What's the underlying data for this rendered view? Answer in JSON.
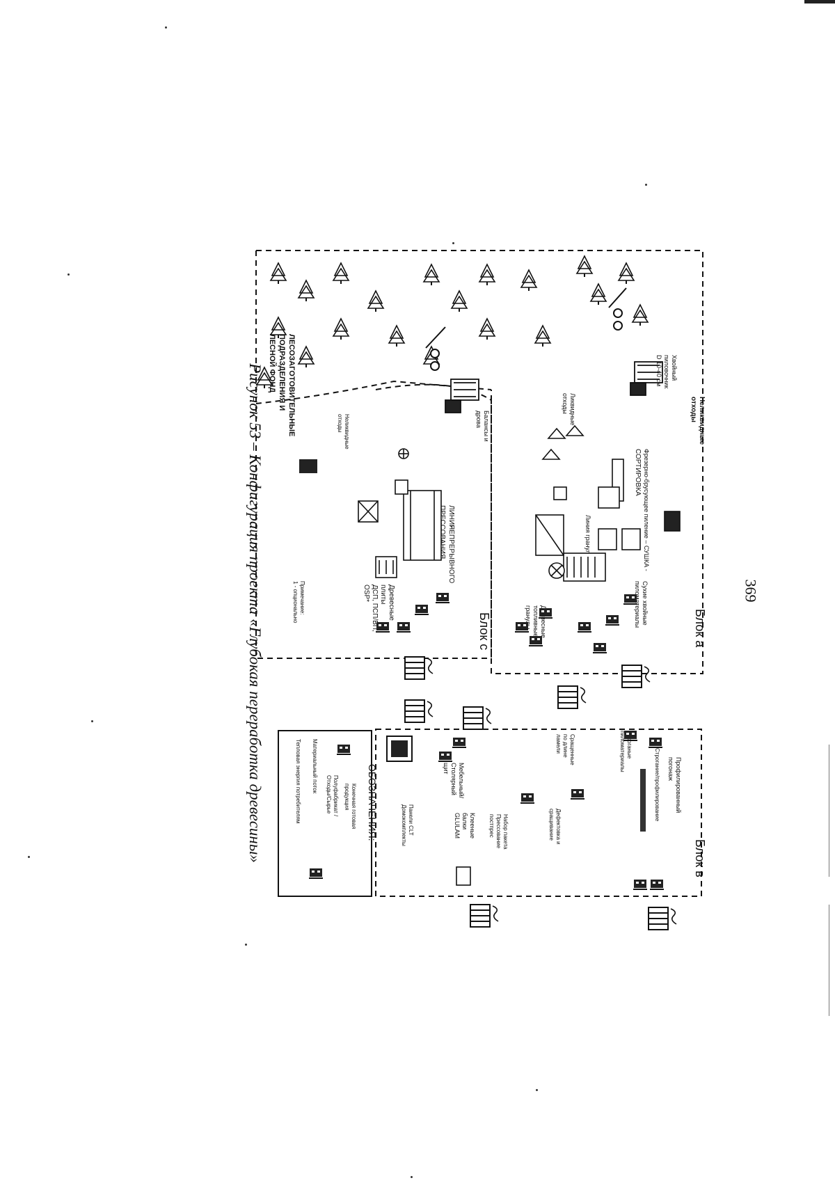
{
  "page_number": "369",
  "caption": "Рисунок 53 – Конфигурация проекта «Глубокая переработка древесины»",
  "blocks": {
    "a": "Блок а",
    "b": "Блок в",
    "c": "Блок с"
  },
  "forest": {
    "title_lines": [
      "ЛЕСОЗАГОТОВИТЕЛЬНЫЕ",
      "ПОДРАЗДЕЛЕНИЯ И",
      "ЛЕСНОЙ ФОНД"
    ]
  },
  "block_a": {
    "nonliquid_waste": [
      "Неликвидные",
      "отходы"
    ],
    "conifer_logs": [
      "Хвойный",
      "пиловочник",
      "D 10-40 см"
    ],
    "liquid_waste": [
      "Ликвидные",
      "отходы"
    ],
    "sawmill": [
      "Фрезерно-брусующее пиление – СУШКА -",
      "СОРТИРОВКА"
    ],
    "pellet_line": "Линия гранулирования",
    "dry_lumber": [
      "Сухие хвойные",
      "пиломатериалы"
    ],
    "fuel_pellets": [
      "Древесные",
      "топливные",
      "гранулы"
    ]
  },
  "block_c": {
    "balance_wood": [
      "Балансы и",
      "дрова"
    ],
    "press_line": [
      "ЛИНИЯ",
      "НЕПРЕРЫВНОГО",
      "ПРЕССОВАНИЯ"
    ],
    "boards": [
      "Древесные",
      "плиты",
      "ДСП, ПСП/ВП,",
      "OSP*"
    ],
    "nonliquid_waste": [
      "Неликвидные",
      "отходы"
    ],
    "note": [
      "Примечание:",
      "1 - опционально"
    ]
  },
  "block_b": {
    "profiled_lumber": [
      "Профилированный",
      "погонаж"
    ],
    "planing": "Строгание/профилирование",
    "planed_lumber": [
      "Строганые",
      "пиломатериалы"
    ],
    "spliced_lumber": [
      "Сращенные",
      "по длине",
      "ламели"
    ],
    "defecting": [
      "Дефектовка и",
      "сращивание"
    ],
    "lamella_press": [
      "Набор пакета",
      "Прессование",
      "постпрес"
    ],
    "glulam": [
      "Клееные",
      "балки",
      "GLULAM"
    ],
    "furniture_panel": [
      "Мебельный/",
      "Столярный",
      "щит"
    ],
    "clt": [
      "Панели CLT",
      "Домокомплекты"
    ]
  },
  "legend": {
    "title": "ОБОЗНАЧЕНИЯ:",
    "final_product": [
      "Конечная готовая",
      "продукция"
    ],
    "semi_product": [
      "Полуфабрикат /",
      "Отходы/Сырье"
    ],
    "material_flow": "Материальный поток",
    "heat_flow": "Тепловая энергия потребителям"
  }
}
